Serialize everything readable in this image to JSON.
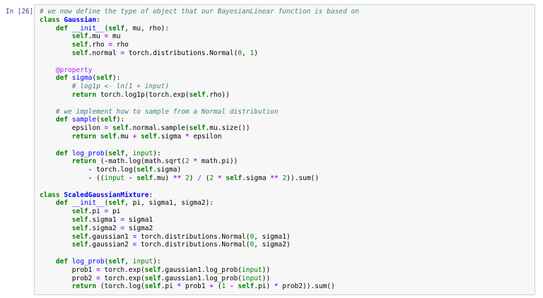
{
  "app": {
    "name": "jupyter-notebook-code-cell"
  },
  "colors": {
    "page_bg": "#ffffff",
    "prompt_color": "#303F9F",
    "input_bg": "#f7f7f7",
    "input_border": "#cfcfcf",
    "tok_keyword": "#008000",
    "tok_defname": "#0000FF",
    "tok_classname": "#0000FF",
    "tok_comment": "#408080",
    "tok_number": "#008800",
    "tok_operator": "#AA22FF",
    "tok_builtin": "#008000",
    "tok_decorator": "#AA22FF",
    "tok_plain": "#000000"
  },
  "cell": {
    "prompt": "In [26]:",
    "execution_count": 26,
    "language": "python",
    "code_lines": [
      [
        [
          "m",
          "# we now define the type of object that our BayesianLinear function is based on"
        ]
      ],
      [
        [
          "k",
          "class"
        ],
        [
          "t",
          " "
        ],
        [
          "c",
          "Gaussian"
        ],
        [
          "t",
          ":"
        ]
      ],
      [
        [
          "t",
          "    "
        ],
        [
          "k",
          "def"
        ],
        [
          "t",
          " "
        ],
        [
          "d",
          "__init__"
        ],
        [
          "t",
          "("
        ],
        [
          "k",
          "self"
        ],
        [
          "t",
          ", mu, rho):"
        ]
      ],
      [
        [
          "t",
          "        "
        ],
        [
          "k",
          "self"
        ],
        [
          "t",
          ".mu "
        ],
        [
          "o",
          "="
        ],
        [
          "t",
          " mu"
        ]
      ],
      [
        [
          "t",
          "        "
        ],
        [
          "k",
          "self"
        ],
        [
          "t",
          ".rho "
        ],
        [
          "o",
          "="
        ],
        [
          "t",
          " rho"
        ]
      ],
      [
        [
          "t",
          "        "
        ],
        [
          "k",
          "self"
        ],
        [
          "t",
          ".normal "
        ],
        [
          "o",
          "="
        ],
        [
          "t",
          " torch.distributions.Normal("
        ],
        [
          "n",
          "0"
        ],
        [
          "t",
          ", "
        ],
        [
          "n",
          "1"
        ],
        [
          "t",
          ")"
        ]
      ],
      [],
      [
        [
          "t",
          "    "
        ],
        [
          "a",
          "@property"
        ]
      ],
      [
        [
          "t",
          "    "
        ],
        [
          "k",
          "def"
        ],
        [
          "t",
          " "
        ],
        [
          "d",
          "sigma"
        ],
        [
          "t",
          "("
        ],
        [
          "k",
          "self"
        ],
        [
          "t",
          "):"
        ]
      ],
      [
        [
          "t",
          "        "
        ],
        [
          "m",
          "# log1p <- ln(1 + input)"
        ]
      ],
      [
        [
          "t",
          "        "
        ],
        [
          "k",
          "return"
        ],
        [
          "t",
          " torch.log1p(torch.exp("
        ],
        [
          "k",
          "self"
        ],
        [
          "t",
          ".rho))"
        ]
      ],
      [],
      [
        [
          "t",
          "    "
        ],
        [
          "m",
          "# we implement how to sample from a Normal distribution"
        ]
      ],
      [
        [
          "t",
          "    "
        ],
        [
          "k",
          "def"
        ],
        [
          "t",
          " "
        ],
        [
          "d",
          "sample"
        ],
        [
          "t",
          "("
        ],
        [
          "k",
          "self"
        ],
        [
          "t",
          "):"
        ]
      ],
      [
        [
          "t",
          "        epsilon "
        ],
        [
          "o",
          "="
        ],
        [
          "t",
          " "
        ],
        [
          "k",
          "self"
        ],
        [
          "t",
          ".normal.sample("
        ],
        [
          "k",
          "self"
        ],
        [
          "t",
          ".mu.size())"
        ]
      ],
      [
        [
          "t",
          "        "
        ],
        [
          "k",
          "return"
        ],
        [
          "t",
          " "
        ],
        [
          "k",
          "self"
        ],
        [
          "t",
          ".mu "
        ],
        [
          "o",
          "+"
        ],
        [
          "t",
          " "
        ],
        [
          "k",
          "self"
        ],
        [
          "t",
          ".sigma "
        ],
        [
          "o",
          "*"
        ],
        [
          "t",
          " epsilon"
        ]
      ],
      [],
      [
        [
          "t",
          "    "
        ],
        [
          "k",
          "def"
        ],
        [
          "t",
          " "
        ],
        [
          "d",
          "log_prob"
        ],
        [
          "t",
          "("
        ],
        [
          "k",
          "self"
        ],
        [
          "t",
          ", "
        ],
        [
          "b",
          "input"
        ],
        [
          "t",
          "):"
        ]
      ],
      [
        [
          "t",
          "        "
        ],
        [
          "k",
          "return"
        ],
        [
          "t",
          " ("
        ],
        [
          "o",
          "-"
        ],
        [
          "t",
          "math.log(math.sqrt("
        ],
        [
          "n",
          "2"
        ],
        [
          "t",
          " "
        ],
        [
          "o",
          "*"
        ],
        [
          "t",
          " math.pi))"
        ]
      ],
      [
        [
          "t",
          "            "
        ],
        [
          "o",
          "-"
        ],
        [
          "t",
          " torch.log("
        ],
        [
          "k",
          "self"
        ],
        [
          "t",
          ".sigma)"
        ]
      ],
      [
        [
          "t",
          "            "
        ],
        [
          "o",
          "-"
        ],
        [
          "t",
          " (("
        ],
        [
          "b",
          "input"
        ],
        [
          "t",
          " "
        ],
        [
          "o",
          "-"
        ],
        [
          "t",
          " "
        ],
        [
          "k",
          "self"
        ],
        [
          "t",
          ".mu) "
        ],
        [
          "o",
          "**"
        ],
        [
          "t",
          " "
        ],
        [
          "n",
          "2"
        ],
        [
          "t",
          ") "
        ],
        [
          "o",
          "/"
        ],
        [
          "t",
          " ("
        ],
        [
          "n",
          "2"
        ],
        [
          "t",
          " "
        ],
        [
          "o",
          "*"
        ],
        [
          "t",
          " "
        ],
        [
          "k",
          "self"
        ],
        [
          "t",
          ".sigma "
        ],
        [
          "o",
          "**"
        ],
        [
          "t",
          " "
        ],
        [
          "n",
          "2"
        ],
        [
          "t",
          ")).sum()"
        ]
      ],
      [],
      [
        [
          "k",
          "class"
        ],
        [
          "t",
          " "
        ],
        [
          "c",
          "ScaledGaussianMixture"
        ],
        [
          "t",
          ":"
        ]
      ],
      [
        [
          "t",
          "    "
        ],
        [
          "k",
          "def"
        ],
        [
          "t",
          " "
        ],
        [
          "d",
          "__init__"
        ],
        [
          "t",
          "("
        ],
        [
          "k",
          "self"
        ],
        [
          "t",
          ", pi, sigma1, sigma2):"
        ]
      ],
      [
        [
          "t",
          "        "
        ],
        [
          "k",
          "self"
        ],
        [
          "t",
          ".pi "
        ],
        [
          "o",
          "="
        ],
        [
          "t",
          " pi"
        ]
      ],
      [
        [
          "t",
          "        "
        ],
        [
          "k",
          "self"
        ],
        [
          "t",
          ".sigma1 "
        ],
        [
          "o",
          "="
        ],
        [
          "t",
          " sigma1"
        ]
      ],
      [
        [
          "t",
          "        "
        ],
        [
          "k",
          "self"
        ],
        [
          "t",
          ".sigma2 "
        ],
        [
          "o",
          "="
        ],
        [
          "t",
          " sigma2"
        ]
      ],
      [
        [
          "t",
          "        "
        ],
        [
          "k",
          "self"
        ],
        [
          "t",
          ".gaussian1 "
        ],
        [
          "o",
          "="
        ],
        [
          "t",
          " torch.distributions.Normal("
        ],
        [
          "n",
          "0"
        ],
        [
          "t",
          ", sigma1)"
        ]
      ],
      [
        [
          "t",
          "        "
        ],
        [
          "k",
          "self"
        ],
        [
          "t",
          ".gaussian2 "
        ],
        [
          "o",
          "="
        ],
        [
          "t",
          " torch.distributions.Normal("
        ],
        [
          "n",
          "0"
        ],
        [
          "t",
          ", sigma2)"
        ]
      ],
      [],
      [
        [
          "t",
          "    "
        ],
        [
          "k",
          "def"
        ],
        [
          "t",
          " "
        ],
        [
          "d",
          "log_prob"
        ],
        [
          "t",
          "("
        ],
        [
          "k",
          "self"
        ],
        [
          "t",
          ", "
        ],
        [
          "b",
          "input"
        ],
        [
          "t",
          "):"
        ]
      ],
      [
        [
          "t",
          "        prob1 "
        ],
        [
          "o",
          "="
        ],
        [
          "t",
          " torch.exp("
        ],
        [
          "k",
          "self"
        ],
        [
          "t",
          ".gaussian1.log_prob("
        ],
        [
          "b",
          "input"
        ],
        [
          "t",
          "))"
        ]
      ],
      [
        [
          "t",
          "        prob2 "
        ],
        [
          "o",
          "="
        ],
        [
          "t",
          " torch.exp("
        ],
        [
          "k",
          "self"
        ],
        [
          "t",
          ".gaussian1.log_prob("
        ],
        [
          "b",
          "input"
        ],
        [
          "t",
          "))"
        ]
      ],
      [
        [
          "t",
          "        "
        ],
        [
          "k",
          "return"
        ],
        [
          "t",
          " (torch.log("
        ],
        [
          "k",
          "self"
        ],
        [
          "t",
          ".pi "
        ],
        [
          "o",
          "*"
        ],
        [
          "t",
          " prob1 "
        ],
        [
          "o",
          "+"
        ],
        [
          "t",
          " ("
        ],
        [
          "n",
          "1"
        ],
        [
          "t",
          " "
        ],
        [
          "o",
          "-"
        ],
        [
          "t",
          " "
        ],
        [
          "k",
          "self"
        ],
        [
          "t",
          ".pi) "
        ],
        [
          "o",
          "*"
        ],
        [
          "t",
          " prob2)).sum()"
        ]
      ]
    ]
  }
}
